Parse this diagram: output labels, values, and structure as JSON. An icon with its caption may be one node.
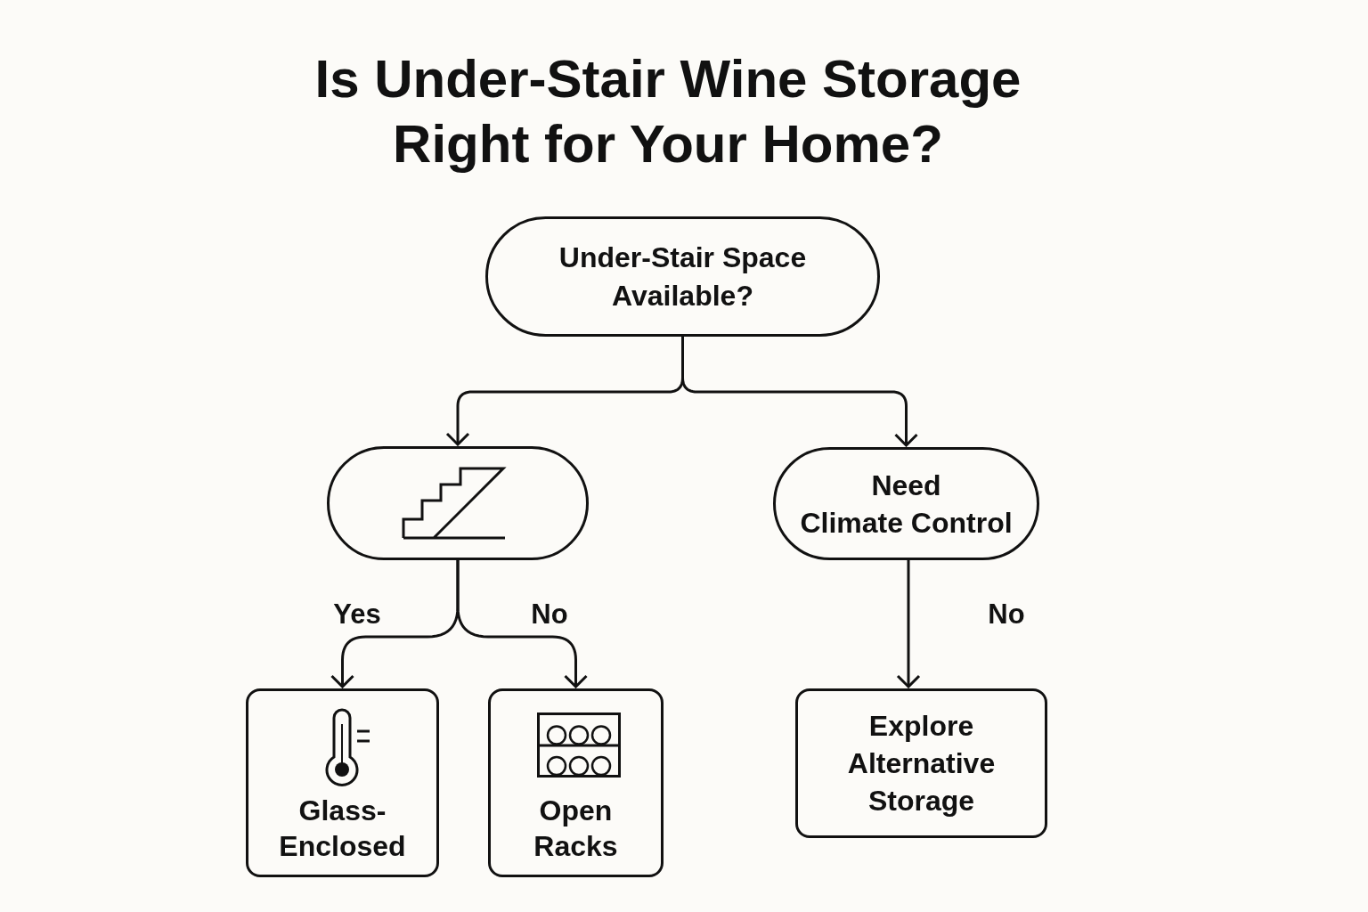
{
  "diagram": {
    "title": "Is Under-Stair Wine Storage Right for Your Home?",
    "nodes": [
      {
        "text": [
          "Under-Stair Space Available?"
        ]
      },
      {
        "text": [],
        "shape": "pill"
      },
      {
        "text": [
          "Need Climate Control"
        ]
      },
      {
        "text": [
          "Glass-Enclosed"
        ]
      },
      {
        "text": [
          "Open Racks"
        ]
      },
      {
        "text": [
          "Explore Alternative Storage"
        ]
      }
    ],
    "edges": [
      {
        "from": 0,
        "to": 1,
        "arrow": "to"
      },
      {
        "from": 0,
        "to": 2,
        "arrow": "to"
      },
      {
        "from": 1,
        "to": 3,
        "arrow": "to",
        "label": "Yes"
      },
      {
        "from": 1,
        "to": 4,
        "arrow": "to",
        "label": "No"
      },
      {
        "from": 2,
        "to": 5,
        "arrow": "to",
        "label": "No"
      }
    ]
  }
}
